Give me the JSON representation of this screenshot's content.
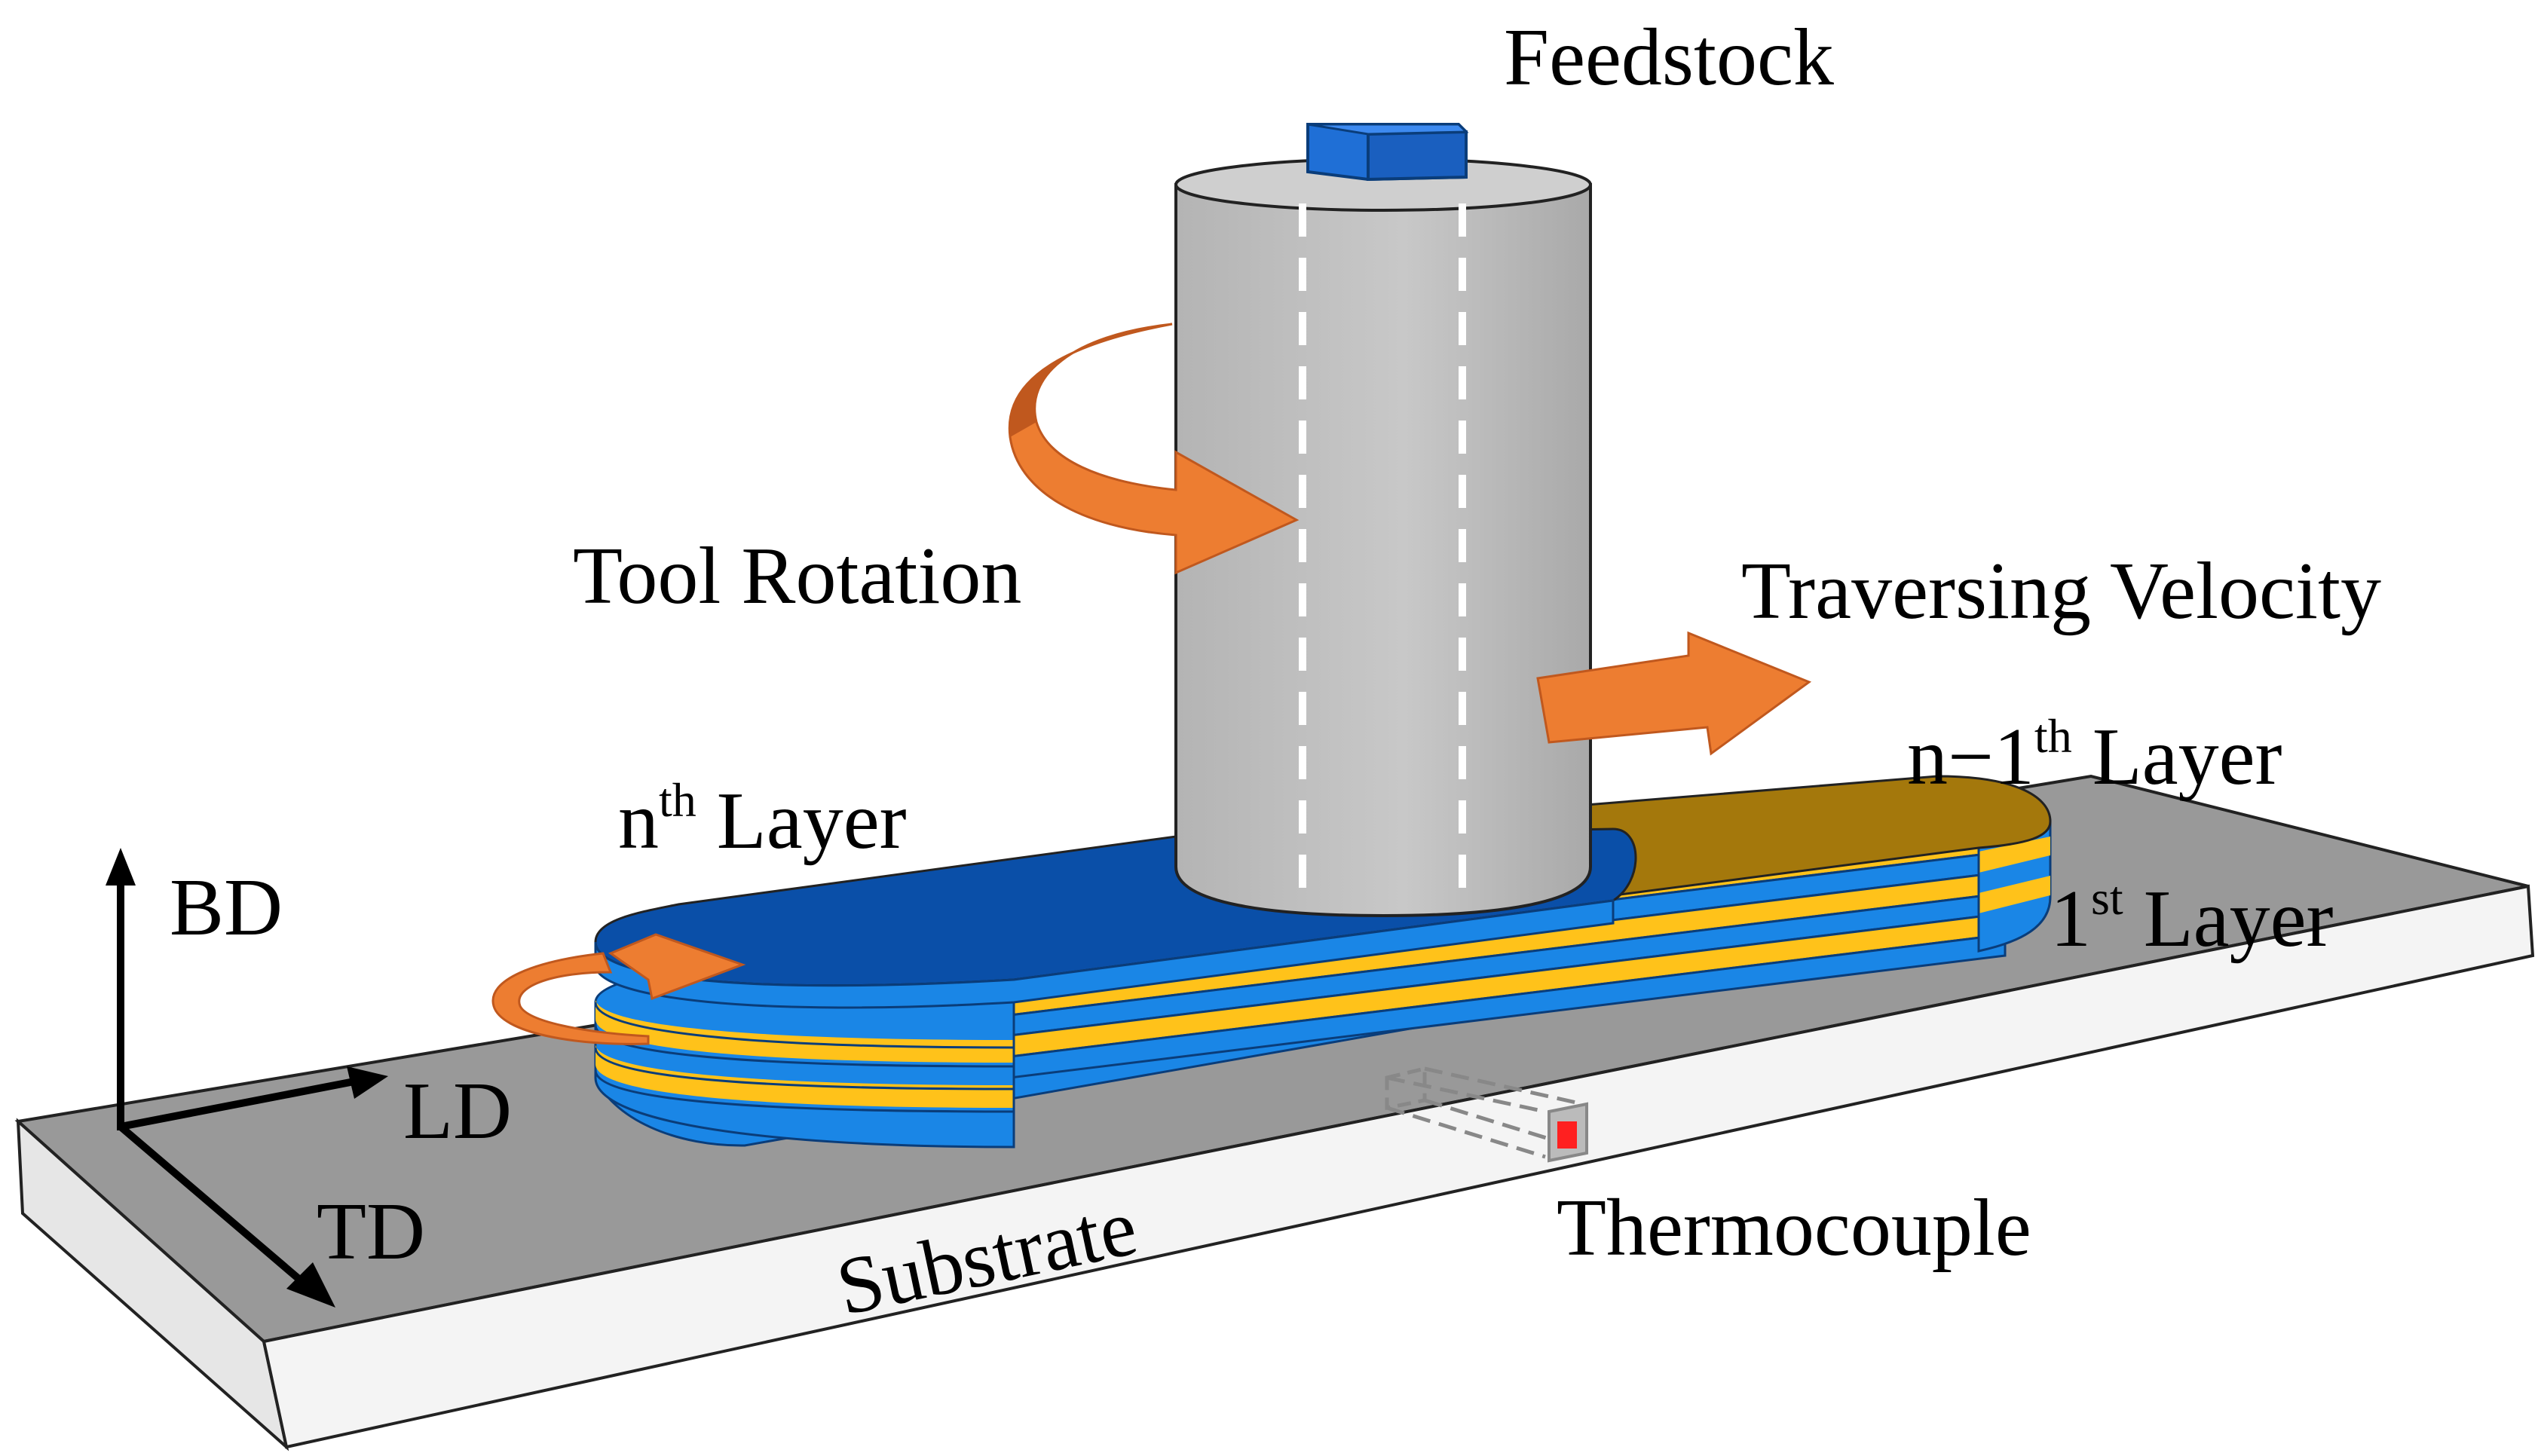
{
  "labels": {
    "feedstock": "Feedstock",
    "tool_rotation": "Tool Rotation",
    "traversing_velocity": "Traversing Velocity",
    "nth_base": "n",
    "nth_sup": "th",
    "nth_word": " Layer",
    "n1_base": "n−1",
    "n1_sup": "th",
    "n1_word": " Layer",
    "first_base": "1",
    "first_sup": "st",
    "first_word": " Layer",
    "substrate": "Substrate",
    "thermocouple": "Thermocouple"
  },
  "axes": {
    "bd": "BD",
    "ld": "LD",
    "td": "TD"
  },
  "colors": {
    "substrate_top": "#999999",
    "substrate_front": "#f2f2f2",
    "tool_body": "#bfbfbf",
    "feedstock_cap": "#1f6fd6",
    "layer_blue_top": "#0a4fa8",
    "layer_blue_side": "#1a86e6",
    "layer_yellow": "#ffc21a",
    "layer_old_top": "#a4780c",
    "arrow_orange": "#ed7d31",
    "thermocouple_red": "#ff2020"
  }
}
